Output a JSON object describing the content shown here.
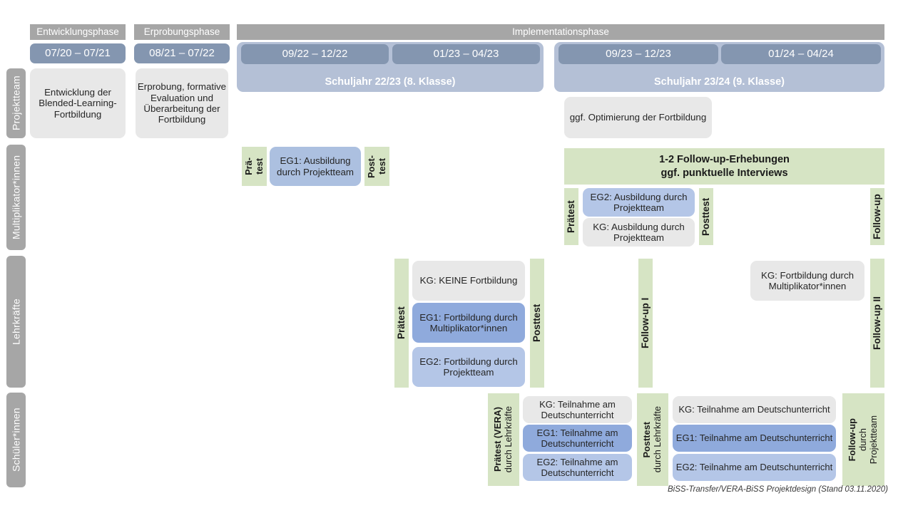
{
  "header": {
    "phases": [
      {
        "label": "Entwicklungsphase"
      },
      {
        "label": "Erprobungsphase"
      },
      {
        "label": "Implementationsphase"
      }
    ],
    "periods": [
      {
        "label": "07/20 – 07/21"
      },
      {
        "label": "08/21 – 07/22"
      },
      {
        "label": "09/22 – 12/22"
      },
      {
        "label": "01/23 – 04/23"
      },
      {
        "label": "09/23 – 12/23"
      },
      {
        "label": "01/24 – 04/24"
      }
    ],
    "school_years": [
      {
        "label": "Schuljahr 22/23 (8. Klasse)"
      },
      {
        "label": "Schuljahr 23/24 (9. Klasse)"
      }
    ]
  },
  "rows": {
    "projektteam": {
      "label": "Projektteam",
      "boxes": [
        {
          "text": "Entwicklung der Blended-Learning-Fortbildung"
        },
        {
          "text": "Erprobung, formative Evaluation und Überarbeitung der Fortbildung"
        },
        {
          "text": "ggf. Optimierung der Fortbildung"
        }
      ]
    },
    "multiplikatoren": {
      "label": "Multiplikator*innen",
      "tests": [
        {
          "lines": [
            "Prä-",
            "test"
          ]
        },
        {
          "lines": [
            "Post-",
            "test"
          ]
        },
        {
          "lines": [
            "Prätest"
          ]
        },
        {
          "lines": [
            "Posttest"
          ]
        },
        {
          "lines": [
            "Follow-up"
          ]
        }
      ],
      "followup_banner": "1-2 Follow-up-Erhebungen\nggf. punktuelle Interviews",
      "followup_banner_line1": "1-2 Follow-up-Erhebungen",
      "followup_banner_line2": "ggf. punktuelle Interviews",
      "boxes": [
        {
          "text": "EG1: Ausbildung durch Projektteam"
        },
        {
          "text": "EG2:  Ausbildung durch Projektteam"
        },
        {
          "text": "KG: Ausbildung durch Projektteam"
        }
      ]
    },
    "lehrkraefte": {
      "label": "Lehrkräfte",
      "tests": [
        {
          "label": "Prätest"
        },
        {
          "label": "Posttest"
        },
        {
          "label": "Follow-up I"
        },
        {
          "label": "Follow-up II"
        }
      ],
      "boxes": [
        {
          "text": "KG:  KEINE Fortbildung"
        },
        {
          "text": "EG1: Fortbildung durch Multiplikator*innen"
        },
        {
          "text": "EG2: Fortbildung durch Projektteam"
        },
        {
          "text": "KG: Fortbildung durch Multiplikator*innen"
        }
      ]
    },
    "schueler": {
      "label": "Schüler*innen",
      "tests": [
        {
          "bold": "Prätest (VERA)",
          "sub": "durch Lehrkräfte"
        },
        {
          "bold": "Posttest",
          "sub": "durch Lehrkräfte"
        },
        {
          "bold": "Follow-up",
          "sub": "durch",
          "sub2": "Projektteam"
        }
      ],
      "boxes_left": [
        {
          "text": "KG: Teilnahme am Deutschunterricht"
        },
        {
          "text": "EG1: Teilnahme am Deutschunterricht"
        },
        {
          "text": "EG2: Teilnahme am Deutschunterricht"
        }
      ],
      "boxes_right": [
        {
          "text": "KG: Teilnahme am Deutschunterricht"
        },
        {
          "text": "EG1: Teilnahme am Deutschunterricht"
        },
        {
          "text": "EG2: Teilnahme am Deutschunterricht"
        }
      ]
    }
  },
  "footer": {
    "text": "BiSS-Transfer/VERA-BiSS Projektdesign (Stand 03.11.2020)"
  },
  "colors": {
    "phase_grey": "#a6a6a6",
    "date_blue": "#8496b0",
    "schoolyear_blue": "#b4c0d6",
    "box_grey": "#e8e8e8",
    "eg1_blue": "#8faadc",
    "eg2_blue": "#b4c6e7",
    "test_green": "#d6e4c4"
  }
}
